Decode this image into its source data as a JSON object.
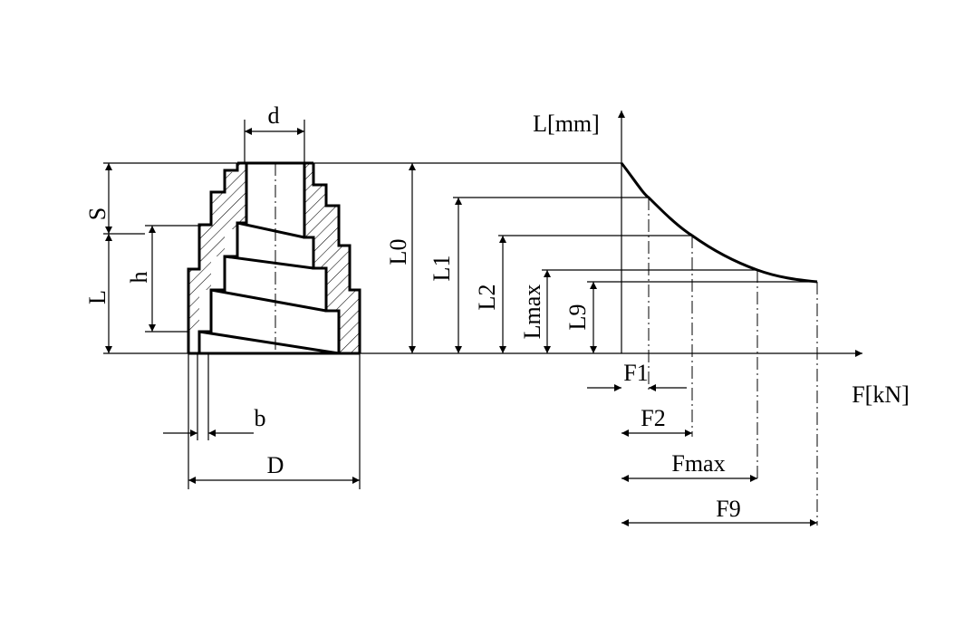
{
  "labels": {
    "d": "d",
    "S": "S",
    "h": "h",
    "L": "L",
    "L0": "L0",
    "L1": "L1",
    "L2": "L2",
    "Lmax": "Lmax",
    "L9": "L9",
    "b": "b",
    "D": "D",
    "y_axis": "L[mm]",
    "x_axis": "F[kN]",
    "F1": "F1",
    "F2": "F2",
    "Fmax": "Fmax",
    "F9": "F9"
  },
  "colors": {
    "line": "#000000",
    "background": "#ffffff"
  }
}
